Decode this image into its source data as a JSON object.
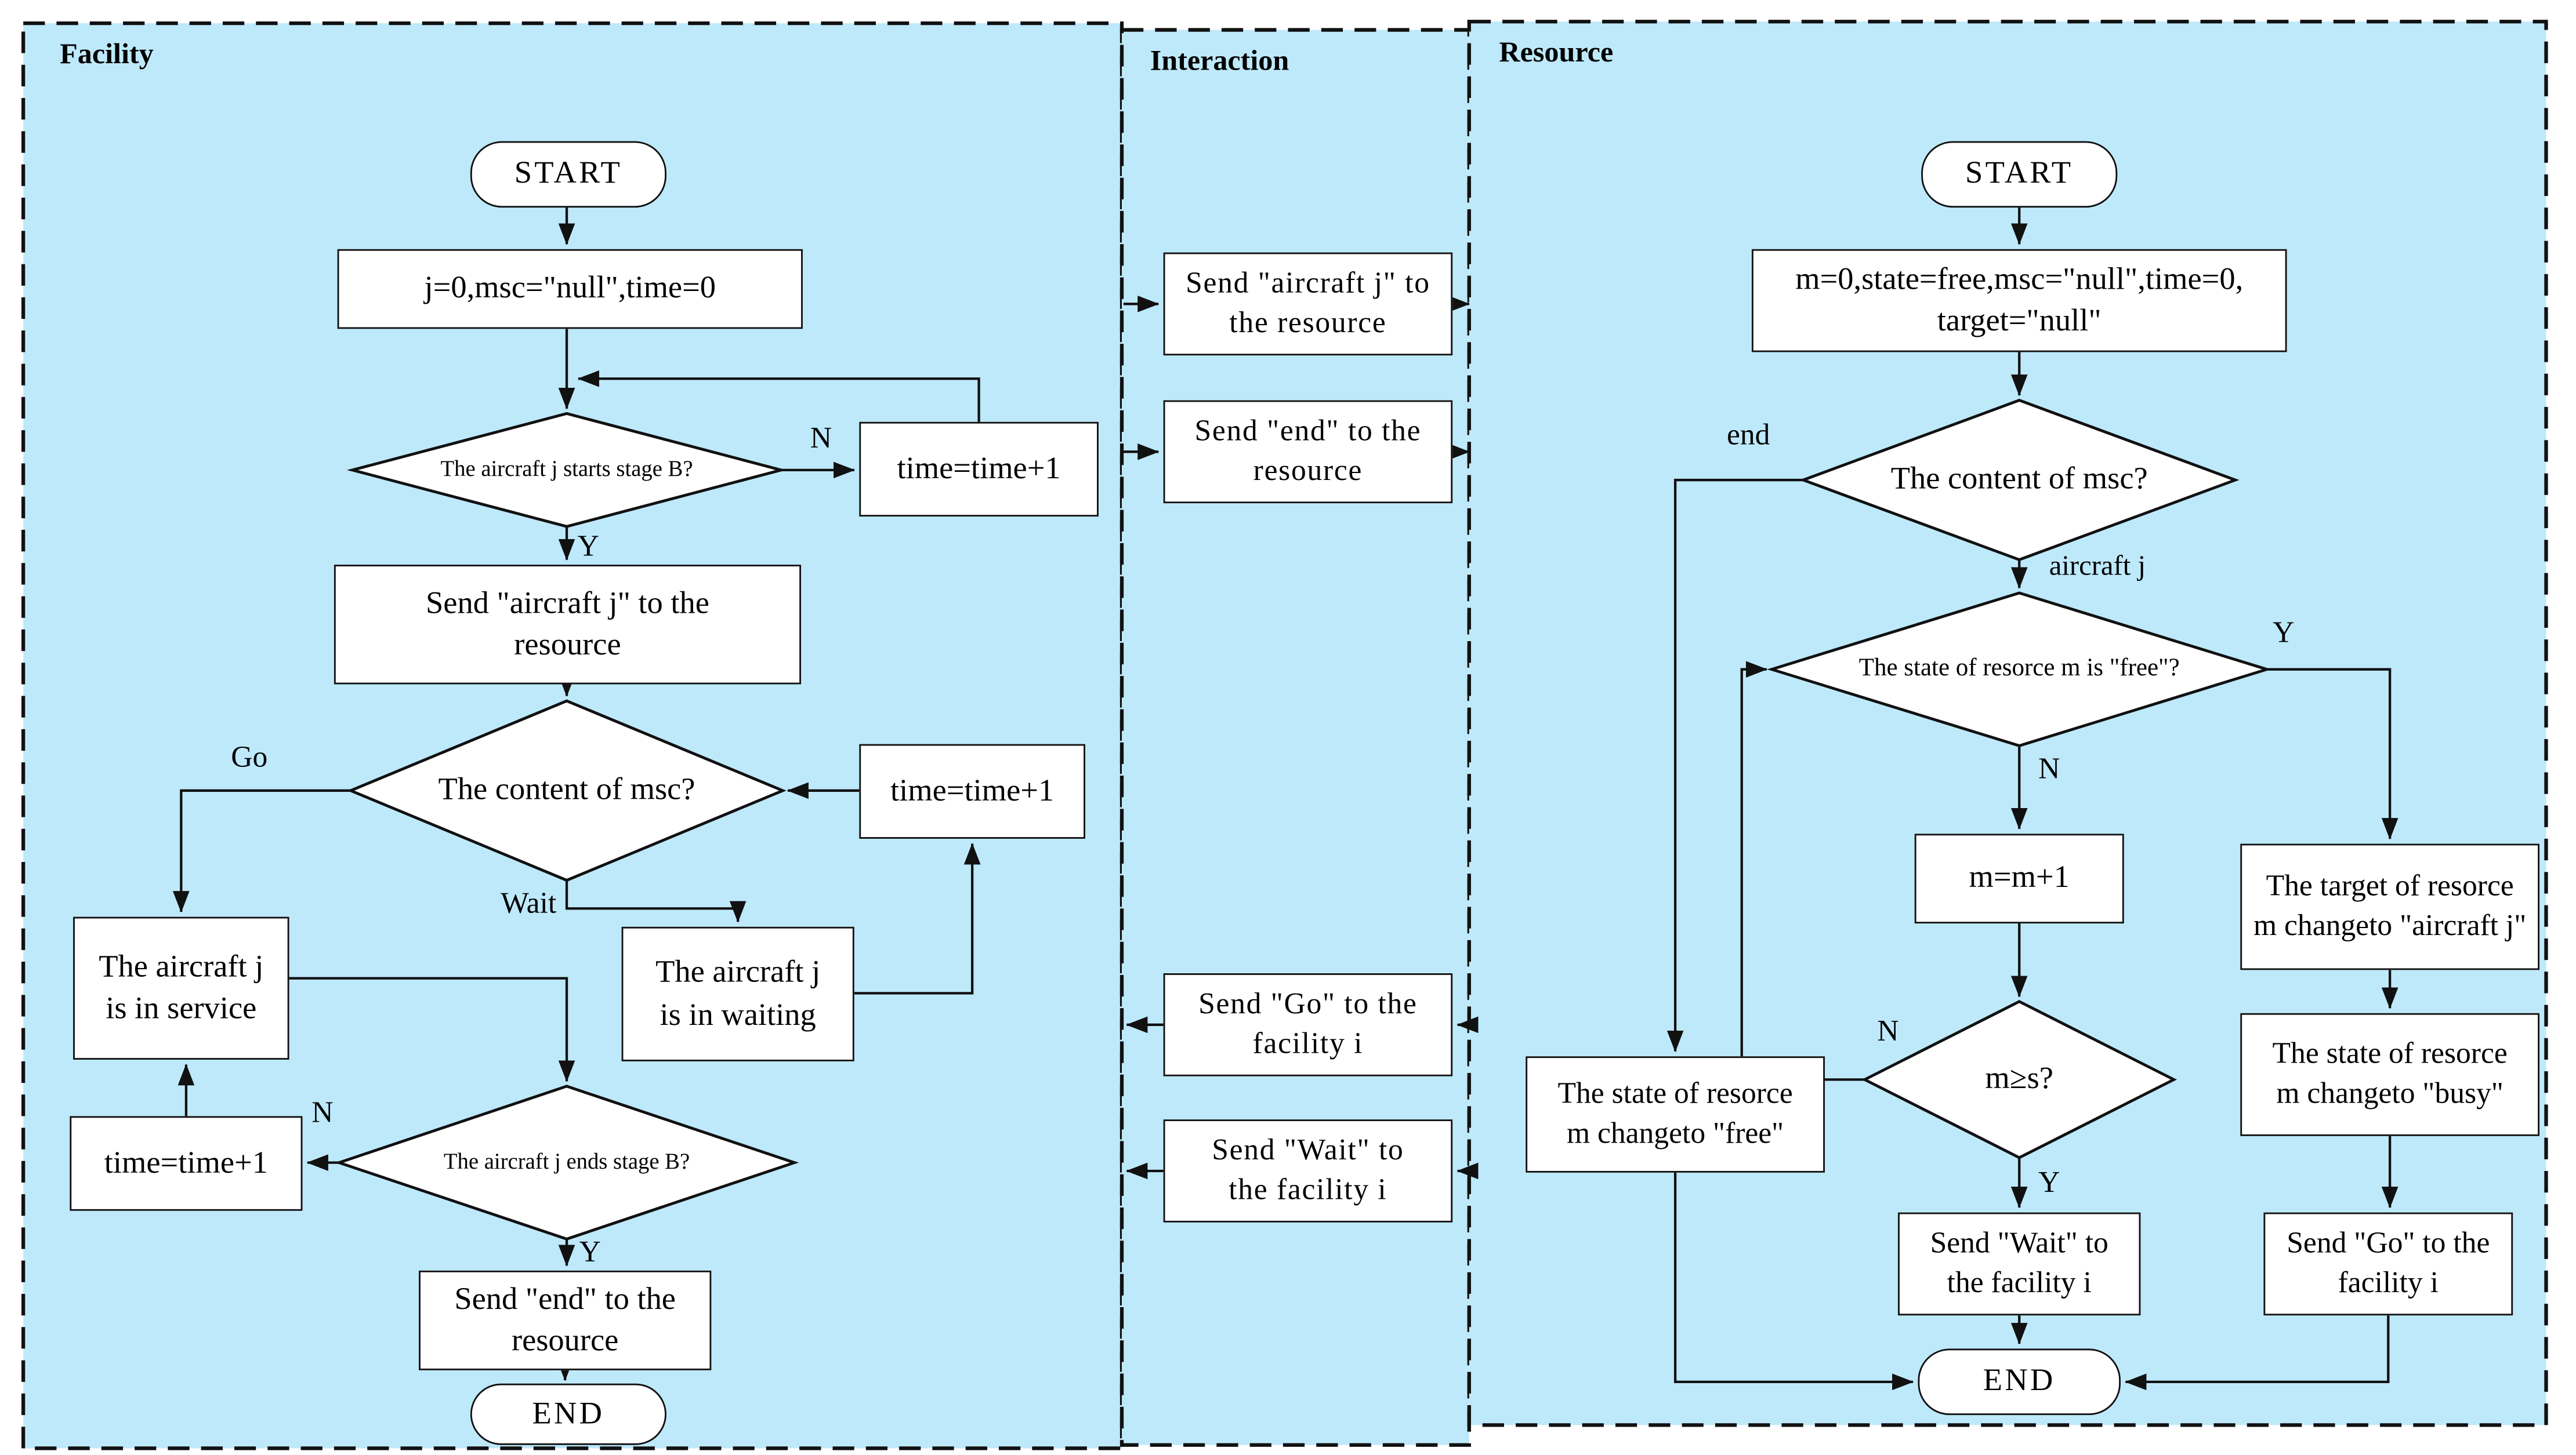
{
  "colors": {
    "panel_bg": "#BEE9FB",
    "line": "#111111",
    "node_bg": "#FFFFFF"
  },
  "panels": {
    "facility": "Facility",
    "interaction": "Interaction",
    "resource": "Resource"
  },
  "facility": {
    "start": "START",
    "init": "j=0,msc=\"null\",time=0",
    "starts_stage": "The aircraft j starts stage B?",
    "time1": "time=time+1",
    "send_aircraft": "Send \"aircraft j\" to the\nresource",
    "content_msc": "The content of msc?",
    "time2": "time=time+1",
    "service": "The aircraft j\nis in service",
    "waiting": "The aircraft j\nis in waiting",
    "ends_stage": "The aircraft j ends stage B?",
    "time3": "time=time+1",
    "send_end": "Send \"end\" to the\nresource",
    "end": "END",
    "labels": {
      "n1": "N",
      "y1": "Y",
      "go": "Go",
      "wait": "Wait",
      "n2": "N",
      "y2": "Y"
    }
  },
  "interaction": {
    "send_aircraft": "Send \"aircraft j\" to\nthe resource",
    "send_end": "Send \"end\" to the\nresource",
    "send_go": "Send \"Go\" to the\nfacility i",
    "send_wait": "Send \"Wait\" to\nthe facility i"
  },
  "resource": {
    "start": "START",
    "init": "m=0,state=free,msc=\"null\",time=0,\ntarget=\"null\"",
    "content_msc": "The content of msc?",
    "state_free_q": "The state of resorce m is \"free\"?",
    "m_inc": "m=m+1",
    "m_ge_s": "m≥s?",
    "target_change": "The target of resorce\nm changeto \"aircraft j\"",
    "busy_change": "The state of resorce\nm changeto \"busy\"",
    "free_change": "The state of resorce\nm changeto \"free\"",
    "send_wait": "Send \"Wait\" to\nthe facility i",
    "send_go": "Send \"Go\" to the\nfacility i",
    "end": "END",
    "labels": {
      "end": "end",
      "aircraft_j": "aircraft j",
      "y_free": "Y",
      "n_free": "N",
      "n_ms": "N",
      "y_ms": "Y"
    }
  }
}
